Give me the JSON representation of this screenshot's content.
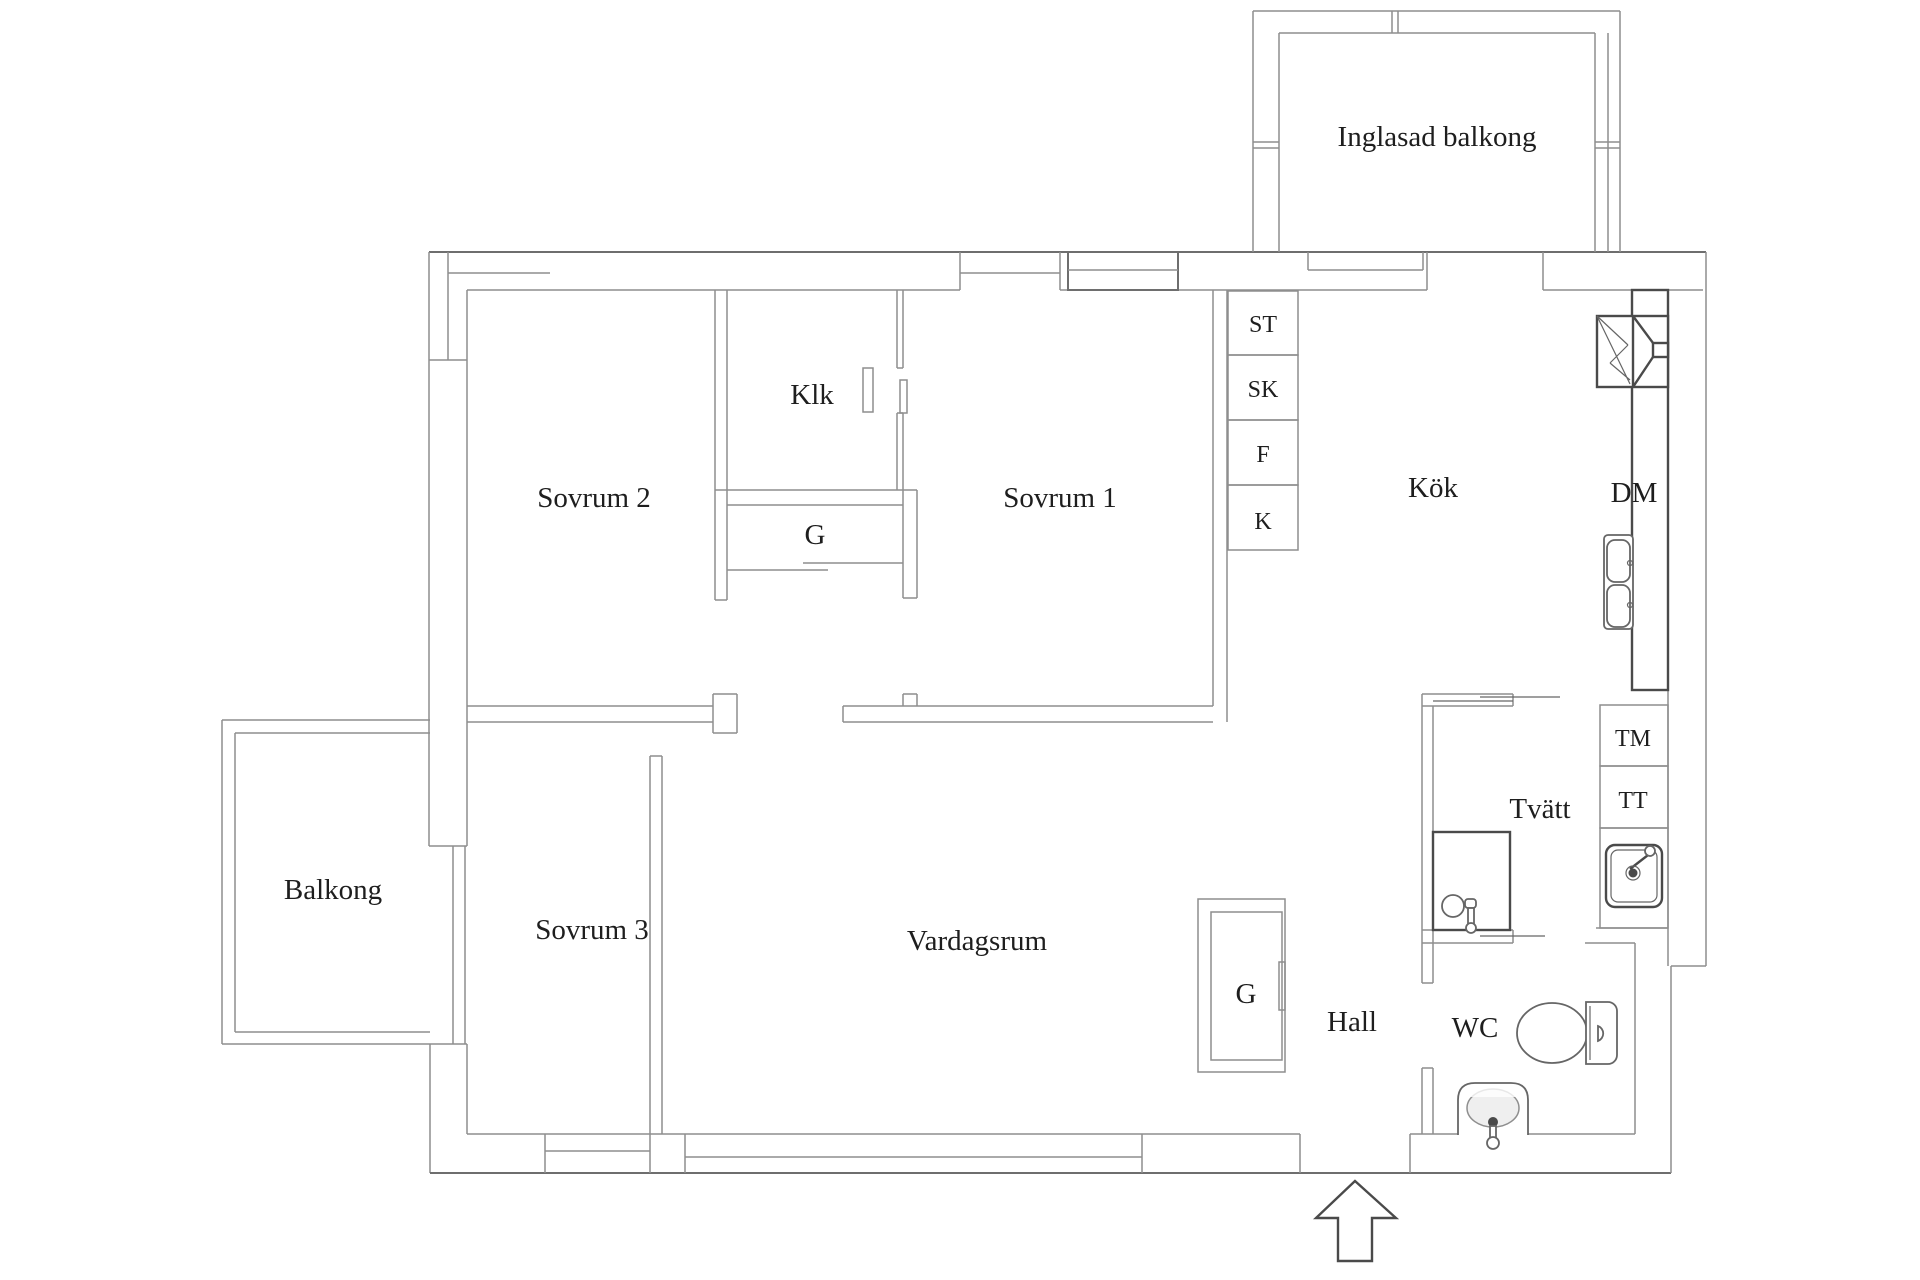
{
  "colors": {
    "wall": "#8e8e8e",
    "wall-dark": "#6e6e6e",
    "fixture": "#4a4a4a",
    "fixture-mid": "#666666",
    "text": "#1e1e1e",
    "shade": "#e3e3e3",
    "bg": "#ffffff"
  },
  "rooms": {
    "inglasad_balkong": "Inglasad balkong",
    "sovrum_2": "Sovrum 2",
    "klk": "Klk",
    "garderob_klk": "G",
    "sovrum_1": "Sovrum 1",
    "kok": "Kök",
    "balkong": "Balkong",
    "sovrum_3": "Sovrum 3",
    "vardagsrum": "Vardagsrum",
    "hall": "Hall",
    "garderob_hall": "G",
    "tvatt": "Tvätt",
    "wc": "WC"
  },
  "closet_codes": {
    "st": "ST",
    "sk": "SK",
    "f": "F",
    "k": "K"
  },
  "appliances": {
    "dm": "DM",
    "tm": "TM",
    "tt": "TT"
  }
}
